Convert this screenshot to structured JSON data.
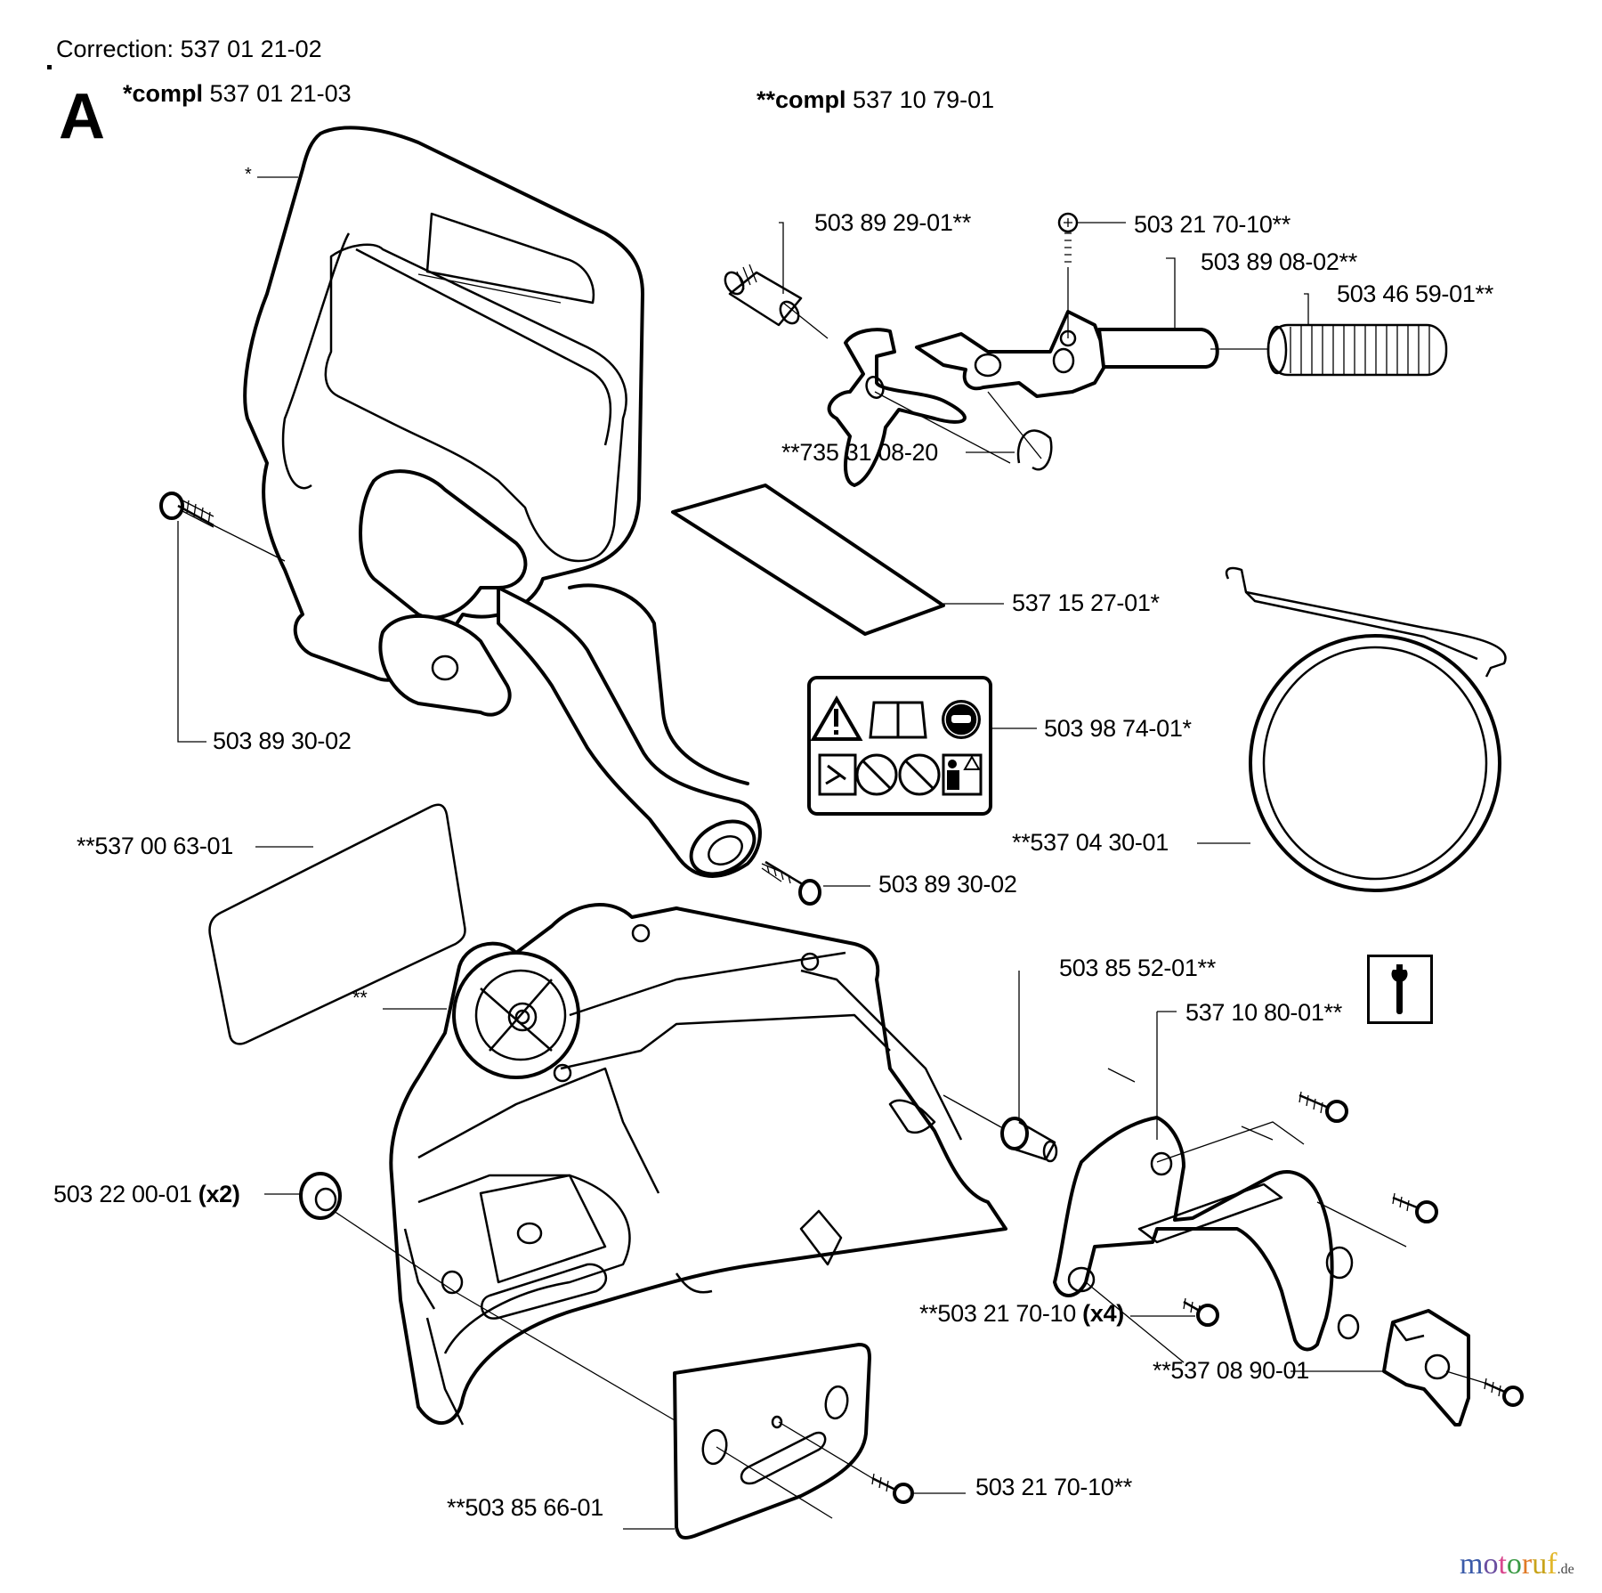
{
  "header": {
    "correction_label": "Correction:",
    "correction_number": "537 01 21-02",
    "section_letter": "A",
    "kit1_prefix": "*compl",
    "kit1_number": "537 01 21-03",
    "kit2_prefix": "**compl",
    "kit2_number": "537 10 79-01"
  },
  "parts": [
    {
      "id": "handle-guard",
      "label": "*"
    },
    {
      "id": "adjuster-sleeve",
      "label": "503 89 29-01**"
    },
    {
      "id": "screw-top",
      "label": "503 21 70-10**"
    },
    {
      "id": "brake-lever-shaft",
      "label": "503 89 08-02**"
    },
    {
      "id": "spring",
      "label": "503 46 59-01**"
    },
    {
      "id": "clip",
      "label": "**735 31 08-20"
    },
    {
      "id": "decal-small",
      "label": "537 15 27-01*"
    },
    {
      "id": "screw-handle-left",
      "label": "503 89 30-02"
    },
    {
      "id": "warning-decal",
      "label": "503 98 74-01*"
    },
    {
      "id": "decal-large",
      "label": "**537 00 63-01"
    },
    {
      "id": "brake-band",
      "label": "**537 04 30-01"
    },
    {
      "id": "screw-handle-bottom",
      "label": "503 89 30-02"
    },
    {
      "id": "clutch-cover",
      "label": "**"
    },
    {
      "id": "pin",
      "label": "503 85 52-01**"
    },
    {
      "id": "chain-guide-plate",
      "label": "537 10 80-01**"
    },
    {
      "id": "nut",
      "label": "503 22 00-01",
      "qty": "(x2)"
    },
    {
      "id": "screw-x4",
      "label": "**503 21 70-10",
      "qty": "(x4)"
    },
    {
      "id": "chain-catcher",
      "label": "**537 08 90-01"
    },
    {
      "id": "bar-plate",
      "label": "**503 85 66-01"
    },
    {
      "id": "screw-bar-plate",
      "label": "503 21 70-10**"
    }
  ],
  "warning_decal_icons": [
    "warning-triangle-icon",
    "manual-book-icon",
    "helmet-icon",
    "kickback-hand-icon",
    "no-one-hand-icon",
    "no-kickback-icon",
    "operator-warning-icon"
  ],
  "tool_icon": "wrench-icon",
  "watermark": {
    "main": "motoruf",
    "suffix": ".de",
    "colors": [
      "#3b5ba9",
      "#6b4ea0",
      "#d9478e",
      "#3a9a45",
      "#e07a26",
      "#c8a31a",
      "#e2b72b"
    ]
  }
}
